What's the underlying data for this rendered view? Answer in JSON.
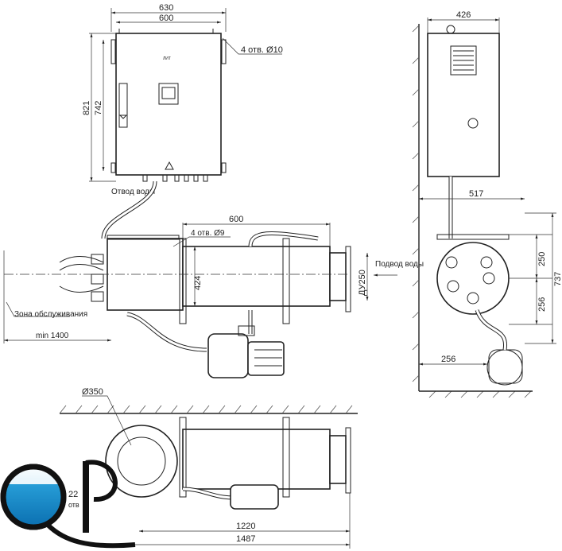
{
  "drawing": {
    "front_view": {
      "cabinet_width_outer": "630",
      "cabinet_width_inner": "600",
      "cabinet_height_outer": "821",
      "cabinet_height_inner": "742",
      "mount_holes": "4 отв. Ø10",
      "cabinet_logo": "ЛИТ",
      "water_outlet": "Отвод воды",
      "reactor_length": "600",
      "reactor_holes": "4 отв. Ø9",
      "reactor_height": "424",
      "water_inlet": "Подвод воды",
      "nominal_diameter": "ДУ250",
      "service_zone": "Зона обслуживания",
      "min_distance": "min 1400"
    },
    "side_view": {
      "cabinet_depth": "426",
      "reactor_offset": "517",
      "upper_height": "250",
      "lower_height": "256",
      "total_height": "737",
      "bottom_offset": "256"
    },
    "top_view": {
      "flange_diameter": "Ø350",
      "hole_diameter": "22",
      "holes_label": "отв",
      "inner_length": "1220",
      "total_length": "1487"
    },
    "watermark": "QP"
  }
}
